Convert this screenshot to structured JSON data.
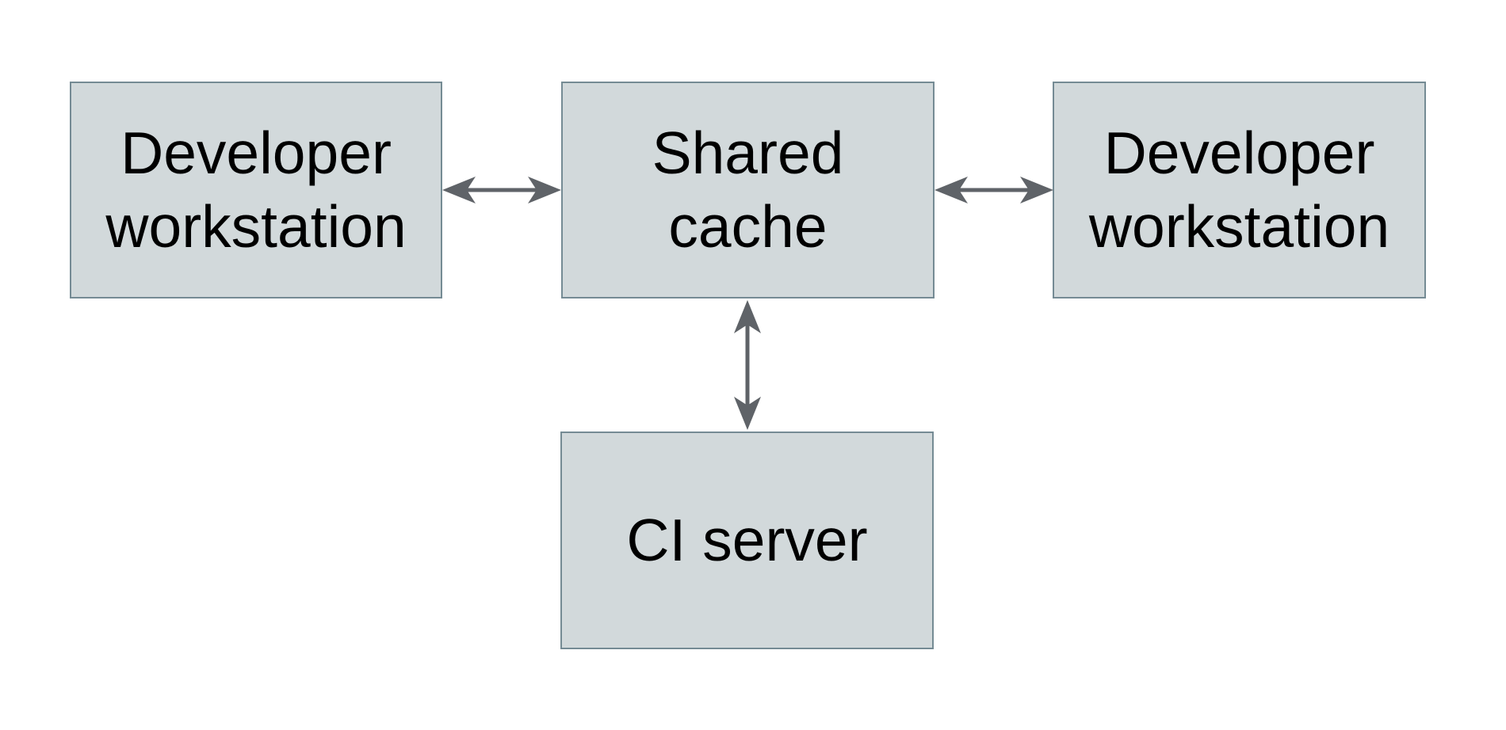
{
  "colors": {
    "background": "#ffffff",
    "node-fill": "#d2d9db",
    "node-border": "#758b94",
    "arrow": "#5f6368",
    "text": "#000000"
  },
  "diagram": {
    "type": "architecture-diagram",
    "nodes": [
      {
        "id": "developer-workstation-left",
        "label": "Developer workstation",
        "lines": [
          "Developer",
          "workstation"
        ]
      },
      {
        "id": "shared-cache",
        "label": "Shared cache",
        "lines": [
          "Shared",
          "cache"
        ]
      },
      {
        "id": "developer-workstation-right",
        "label": "Developer workstation",
        "lines": [
          "Developer",
          "workstation"
        ]
      },
      {
        "id": "ci-server",
        "label": "CI server",
        "lines": [
          "CI server"
        ]
      }
    ],
    "edges": [
      {
        "from": "developer-workstation-left",
        "to": "shared-cache",
        "direction": "bidirectional"
      },
      {
        "from": "shared-cache",
        "to": "developer-workstation-right",
        "direction": "bidirectional"
      },
      {
        "from": "shared-cache",
        "to": "ci-server",
        "direction": "bidirectional"
      }
    ]
  }
}
